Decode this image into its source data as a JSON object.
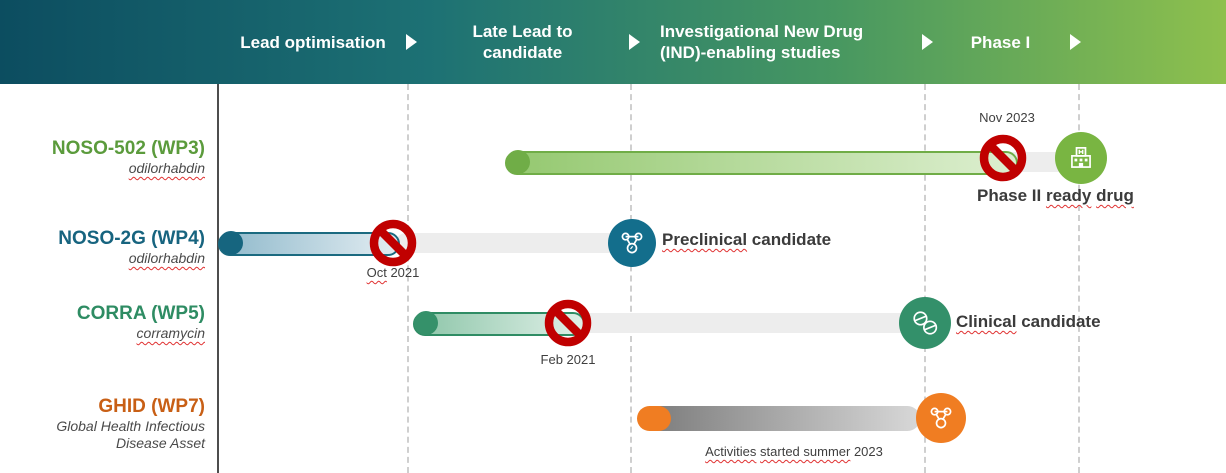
{
  "header": {
    "phases": [
      {
        "label": "Lead optimisation"
      },
      {
        "label": "Late Lead to candidate"
      },
      {
        "label": "Investigational New Drug (IND)-enabling studies"
      },
      {
        "label": "Phase I"
      }
    ]
  },
  "rows": [
    {
      "title": "NOSO-502 (WP3)",
      "subtitle": "odilorhabdin",
      "stop_date": "Nov 2023",
      "milestone": {
        "p0": "Phase II ",
        "p1": "ready",
        "p2": " ",
        "p3": "drug"
      },
      "milestone_full": "Phase II ready drug",
      "bar_color": "#70ad47",
      "milestone_icon": "hospital-icon",
      "milestone_icon_color": "#79b542"
    },
    {
      "title": "NOSO-2G (WP4)",
      "subtitle": "odilorhabdin",
      "stop_date": {
        "p0": "Oct",
        "p1": " 2021"
      },
      "stop_date_full": "Oct 2021",
      "milestone": {
        "p0": "Preclinical",
        "p1": " candidate"
      },
      "milestone_full": "Preclinical candidate",
      "bar_color": "#1b6a80",
      "milestone_icon": "molecule-icon",
      "milestone_icon_color": "#136e8c"
    },
    {
      "title": "CORRA (WP5)",
      "subtitle": "corramycin",
      "stop_date": "Feb 2021",
      "milestone": {
        "p0": "Clinical",
        "p1": " candidate"
      },
      "milestone_full": "Clinical candidate",
      "bar_color": "#2f8c64",
      "milestone_icon": "pills-icon",
      "milestone_icon_color": "#33906a"
    },
    {
      "title": "GHID (WP7)",
      "subtitle_line1": "Global Health Infectious",
      "subtitle_line2": "Disease Asset",
      "note": {
        "p0": "Activities",
        "p1": " ",
        "p2": "started summer",
        "p3": " 2023"
      },
      "note_full": "Activities started summer 2023",
      "bar_color": "#7c7c7c",
      "milestone_icon": "molecule-icon",
      "milestone_icon_color": "#f07d22"
    }
  ],
  "icons": {
    "arrow": "chevron-right-icon",
    "stop": "no-entry-icon",
    "molecule": "molecule-icon",
    "pills": "pills-icon",
    "hospital": "hospital-icon"
  },
  "colors": {
    "header_gradient_start": "#0c4d60",
    "header_gradient_end": "#8ec04d",
    "axis": "#4d4d4d",
    "gridline": "#cfcfcf",
    "no_entry_red": "#c00000",
    "connector_gray": "#ededed",
    "orange": "#f07d22",
    "teal_circle": "#136e8c",
    "sea_green_circle": "#33906a",
    "hospital_green": "#79b542",
    "spellcheck_red": "#e03131"
  }
}
